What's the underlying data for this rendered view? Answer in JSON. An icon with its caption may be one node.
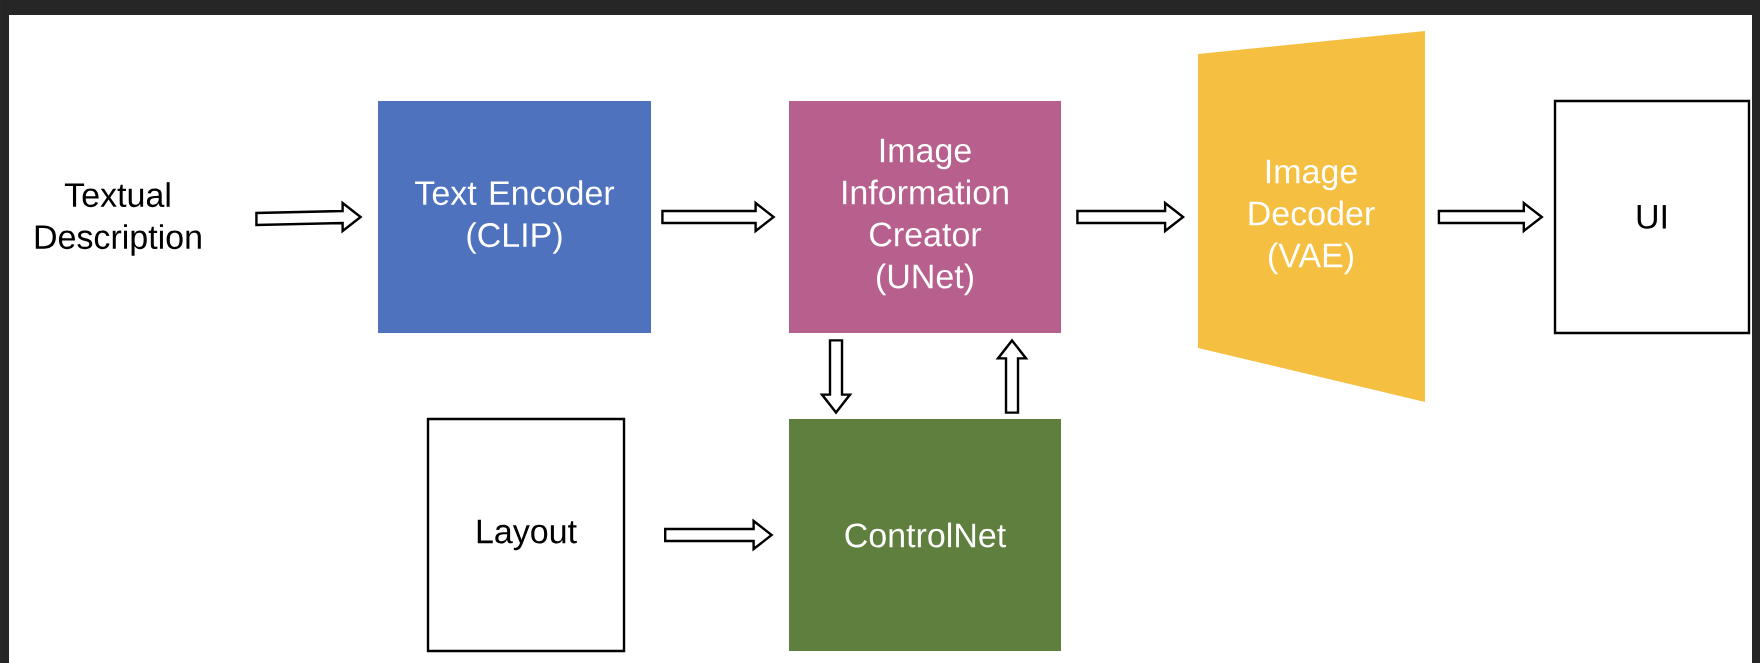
{
  "diagram": {
    "nodes": [
      {
        "text": [
          "Textual Description"
        ]
      },
      {
        "text": [
          "Text Encoder (CLIP)"
        ]
      },
      {
        "text": [
          "Image Information Creator (UNet)"
        ]
      },
      {
        "text": [
          "Image Decoder (VAE)"
        ]
      },
      {
        "text": [
          "UI"
        ]
      },
      {
        "text": [
          "Layout"
        ]
      },
      {
        "text": [
          "ControlNet"
        ]
      }
    ],
    "edges": [
      {
        "from": 0,
        "to": 1,
        "arrow": "to"
      },
      {
        "from": 1,
        "to": 2,
        "arrow": "to"
      },
      {
        "from": 2,
        "to": 3,
        "arrow": "to"
      },
      {
        "from": 3,
        "to": 4,
        "arrow": "to"
      },
      {
        "from": 2,
        "to": 6,
        "arrow": "to"
      },
      {
        "from": 6,
        "to": 2,
        "arrow": "to"
      },
      {
        "from": 5,
        "to": 6,
        "arrow": "to"
      }
    ]
  }
}
